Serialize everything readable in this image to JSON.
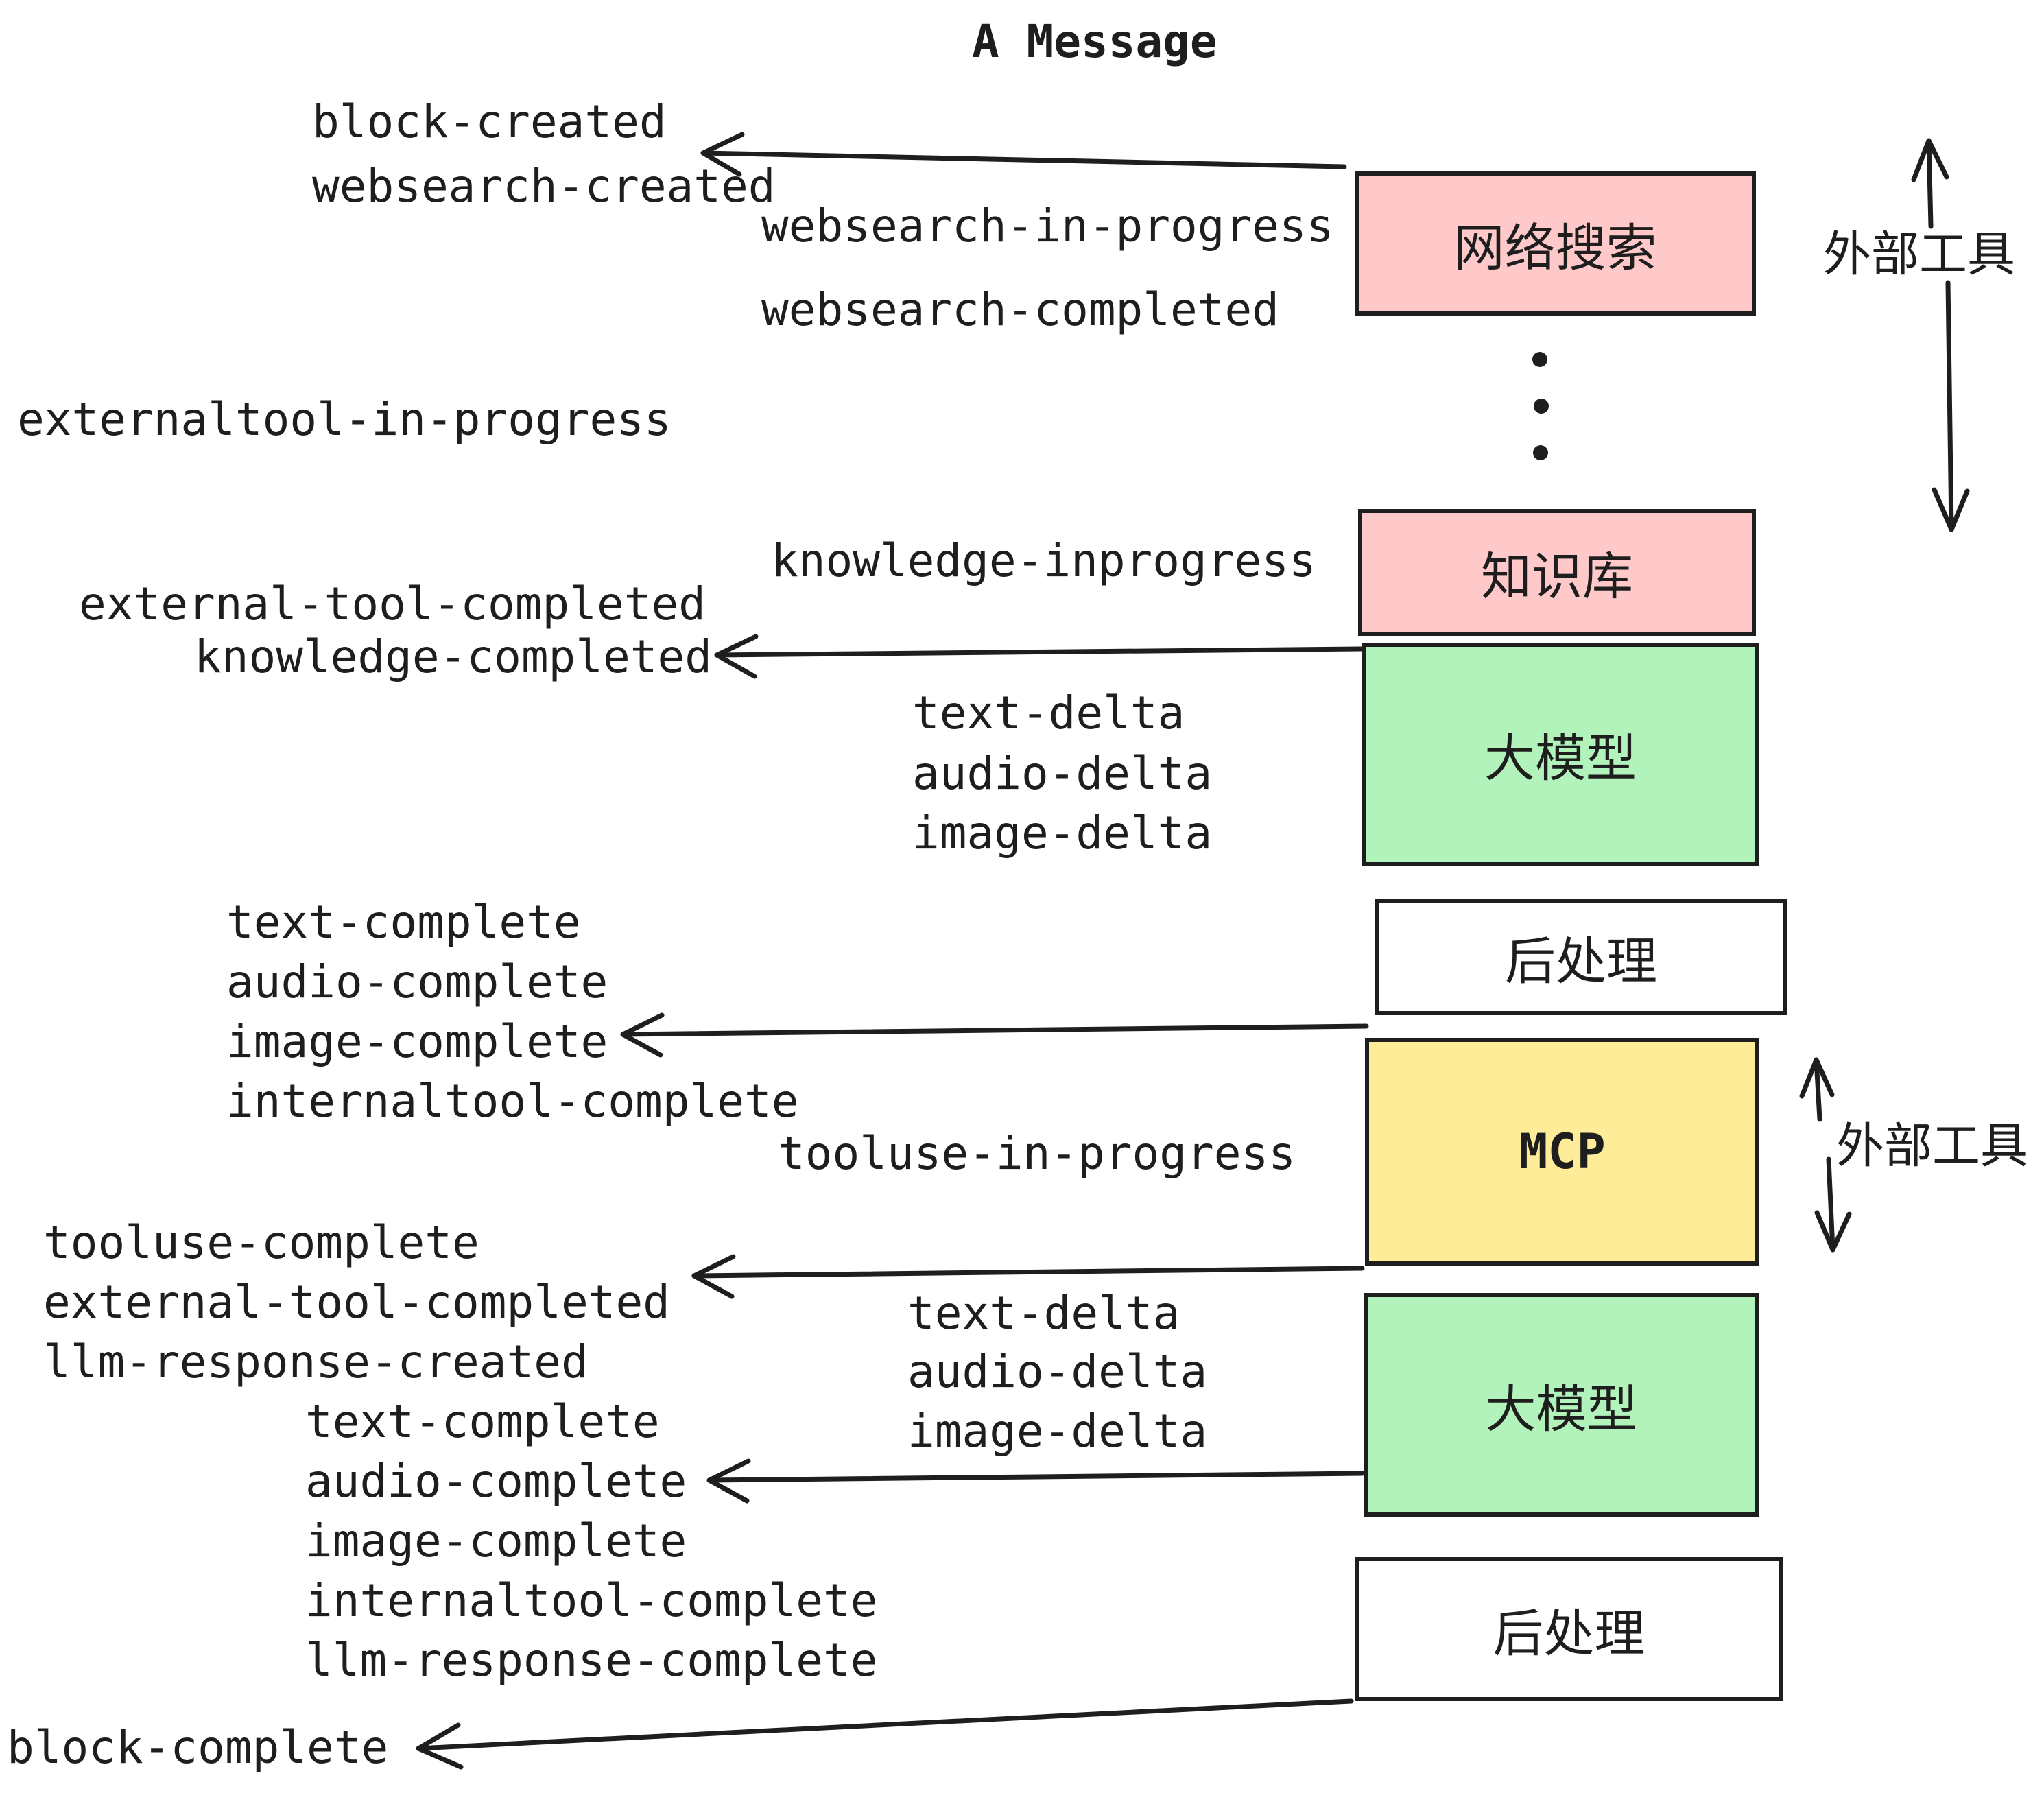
{
  "title": "A Message",
  "colors": {
    "ink": "#1e1e1e",
    "background": "#ffffff",
    "box_pink": "#ffc9c9",
    "box_green": "#b2f2bb",
    "box_yellow": "#ffec99",
    "box_white": "#ffffff"
  },
  "diagram": {
    "boxes": [
      {
        "label": "网络搜索"
      },
      {
        "label": "知识库"
      },
      {
        "label": "大模型"
      },
      {
        "label": "后处理"
      },
      {
        "label": "MCP"
      },
      {
        "label": "大模型"
      },
      {
        "label": "后处理"
      }
    ],
    "side_labels": [
      {
        "label": "外部工具"
      },
      {
        "label": "外部工具"
      }
    ],
    "events": [
      {
        "label": "block-created"
      },
      {
        "label": "websearch-created"
      },
      {
        "label": "websearch-in-progress"
      },
      {
        "label": "websearch-completed"
      },
      {
        "label": "externaltool-in-progress"
      },
      {
        "label": "knowledge-inprogress"
      },
      {
        "label": "external-tool-completed"
      },
      {
        "label": "knowledge-completed"
      },
      {
        "label": "text-delta"
      },
      {
        "label": "audio-delta"
      },
      {
        "label": "image-delta"
      },
      {
        "label": "text-complete"
      },
      {
        "label": "audio-complete"
      },
      {
        "label": "image-complete"
      },
      {
        "label": "internaltool-complete"
      },
      {
        "label": "tooluse-in-progress"
      },
      {
        "label": "tooluse-complete"
      },
      {
        "label": "external-tool-completed"
      },
      {
        "label": "llm-response-created"
      },
      {
        "label": "text-delta"
      },
      {
        "label": "audio-delta"
      },
      {
        "label": "image-delta"
      },
      {
        "label": "text-complete"
      },
      {
        "label": "audio-complete"
      },
      {
        "label": "image-complete"
      },
      {
        "label": "internaltool-complete"
      },
      {
        "label": "llm-response-complete"
      },
      {
        "label": "block-complete"
      }
    ]
  }
}
